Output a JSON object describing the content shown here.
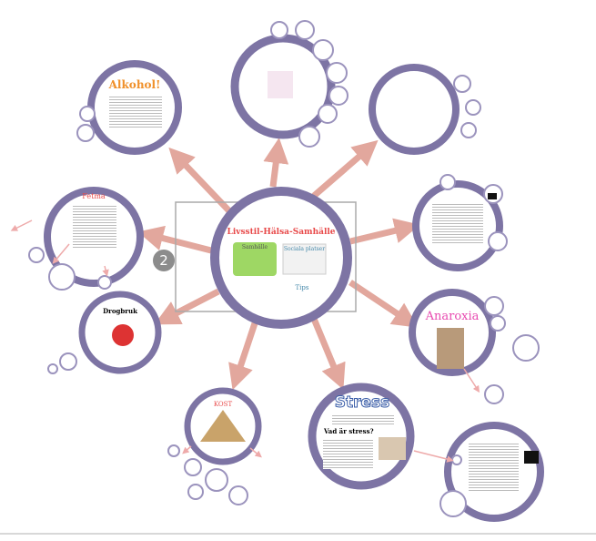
{
  "center": {
    "title": "Livsstil-Hälsa-Samhälle",
    "box1": "Samhälle",
    "box2": "Sociala platser",
    "box3": "Tips"
  },
  "badge": "2",
  "topics": {
    "alcohol": "Alkohol!",
    "obesity": "Fetma",
    "drugs": "Drogbruk",
    "diet": "KOST",
    "stress": "Stress",
    "stress_sub": "Vad är stress?",
    "anorexia": "Anaroxia"
  },
  "colors": {
    "ring": "#7d74a4",
    "arrow": "#e2a79d",
    "accent_red": "#e84a4a",
    "alcohol": "#f0902a",
    "anorexia": "#e84ab0",
    "green": "#9ed764"
  }
}
